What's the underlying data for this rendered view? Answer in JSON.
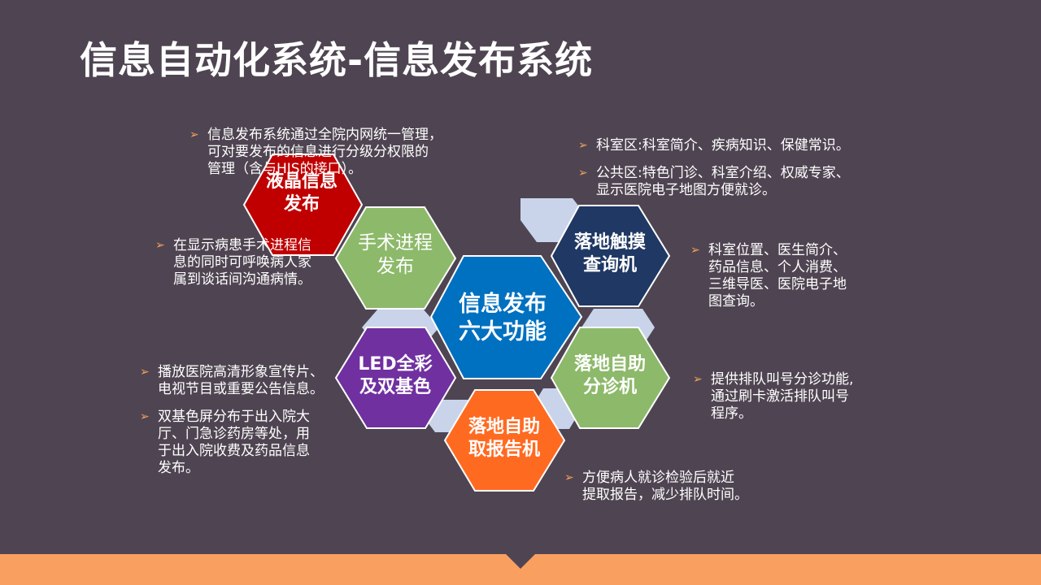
{
  "title": "信息自动化系统-信息发布系统",
  "colors": {
    "background": "#4f4552",
    "accent": "#f9a061",
    "bullet_arrow": "#f5a25c",
    "hex_red": "#c00000",
    "hex_green": "#8db96a",
    "hex_blue": "#0070c0",
    "hex_navy": "#1f3864",
    "hex_purple": "#7030a0",
    "hex_orange": "#ff6a21",
    "hex_pale": "#c9d4ea"
  },
  "hexagons": {
    "lcd": [
      "液晶信息",
      "发布"
    ],
    "surgery": [
      "手术进程",
      "发布"
    ],
    "center": [
      "信息发布",
      "六大功能"
    ],
    "kiosk": [
      "落地触摸",
      "查询机"
    ],
    "led": [
      "LED全彩",
      "及双基色"
    ],
    "triage": [
      "落地自助",
      "分诊机"
    ],
    "report": [
      "落地自助",
      "取报告机"
    ]
  },
  "notes": {
    "lcd": [
      "信息发布系统通过全院内网统一管理，",
      "可对要发布的信息进行分级分权限的",
      "管理（含与HIS的接口）。"
    ],
    "surgery": [
      "在显示病患手术进程信",
      "息的同时可呼唤病人家",
      "属到谈话间沟通病情。"
    ],
    "kiosk_a": [
      "科室区:科室简介、疾病知识、保健常识。"
    ],
    "kiosk_b": [
      "公共区:特色门诊、科室介绍、权威专家、",
      "显示医院电子地图方便就诊。"
    ],
    "kiosk_c": [
      "科室位置、医生简介、",
      "药品信息、个人消费、",
      "三维导医、医院电子地",
      "图查询。"
    ],
    "led_a": [
      "播放医院高清形象宣传片、",
      "电视节目或重要公告信息。"
    ],
    "led_b": [
      "双基色屏分布于出入院大",
      "厅、门急诊药房等处，用",
      "于出入院收费及药品信息",
      "发布。"
    ],
    "triage": [
      "提供排队叫号分诊功能,",
      "通过刷卡激活排队叫号",
      "程序。"
    ],
    "report": [
      "方便病人就诊检验后就近",
      "提取报告，减少排队时间。"
    ]
  }
}
